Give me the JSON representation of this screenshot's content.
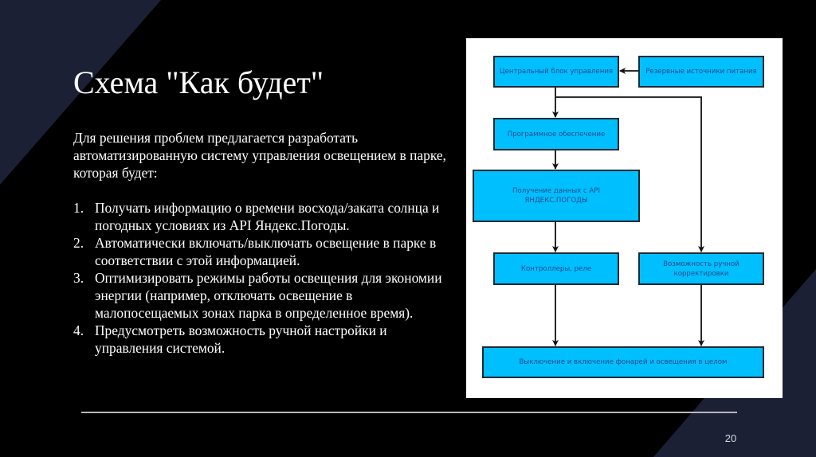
{
  "slide": {
    "title": "Схема \"Как будет\"",
    "page_number": "20",
    "colors": {
      "background": "#000000",
      "accent_navy": "#1c2035",
      "box_fill": "#00bfff",
      "box_border": "#1a2a33",
      "box_text": "#1d4a8a",
      "separator": "#b8b8b8"
    }
  },
  "body": {
    "intro": "Для решения проблем предлагается разработать автоматизированную систему управления освещением в парке, которая будет:",
    "items": [
      {
        "num": "1.",
        "text": "Получать информацию о времени восхода/заката солнца и погодных условиях из API Яндекс.Погоды."
      },
      {
        "num": "2.",
        "text": "Автоматически включать/выключать освещение в парке в соответствии с этой информацией."
      },
      {
        "num": "3.",
        "text": "Оптимизировать режимы работы освещения для экономии энергии (например, отключать освещение в малопосещаемых зонах парка в определенное время)."
      },
      {
        "num": "4.",
        "text": "Предусмотреть возможность ручной настройки и управления системой."
      }
    ]
  },
  "diagram": {
    "nodes": {
      "central": "Центральный блок управления",
      "reserve": "Резервные источники питания",
      "software": "Программное обеспечение",
      "api": "Получение данных с API ЯНДЕКС.ПОГОДЫ",
      "controllers": "Контроллеры, реле",
      "manual": "Возможность ручной корректировки",
      "output": "Выключение и включение фонарей и освещения в целом"
    },
    "edges": [
      {
        "from": "reserve",
        "to": "central"
      },
      {
        "from": "central",
        "to": "software"
      },
      {
        "from": "central",
        "to": "manual"
      },
      {
        "from": "software",
        "to": "api"
      },
      {
        "from": "api",
        "to": "controllers"
      },
      {
        "from": "controllers",
        "to": "output"
      },
      {
        "from": "manual",
        "to": "output"
      }
    ]
  }
}
